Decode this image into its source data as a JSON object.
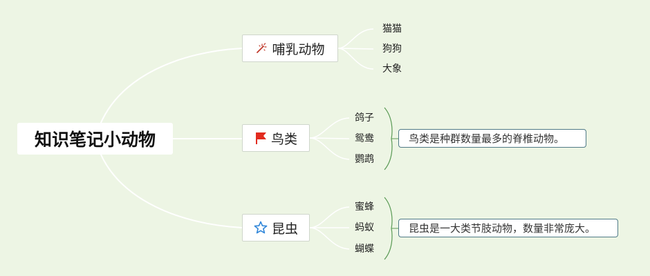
{
  "root": {
    "label": "知识笔记小动物"
  },
  "branches": [
    {
      "label": "哺乳动物",
      "icon": "magic-wand-icon",
      "children": [
        "猫猫",
        "狗狗",
        "大象"
      ],
      "note": null
    },
    {
      "label": "鸟类",
      "icon": "red-flag-icon",
      "children": [
        "鸽子",
        "鸳鸯",
        "鹦鹉"
      ],
      "note": "鸟类是种群数量最多的脊椎动物。"
    },
    {
      "label": "昆虫",
      "icon": "star-icon",
      "children": [
        "蜜蜂",
        "蚂蚁",
        "蝴蝶"
      ],
      "note": "昆虫是一大类节肢动物，数量非常庞大。"
    }
  ],
  "colors": {
    "background": "#edf5e4",
    "connector": "#ffffff",
    "bracket_green": "#5a9a55",
    "note_border": "#4f7a86",
    "flag_red": "#e22b1f",
    "star_blue": "#2f86d9"
  }
}
